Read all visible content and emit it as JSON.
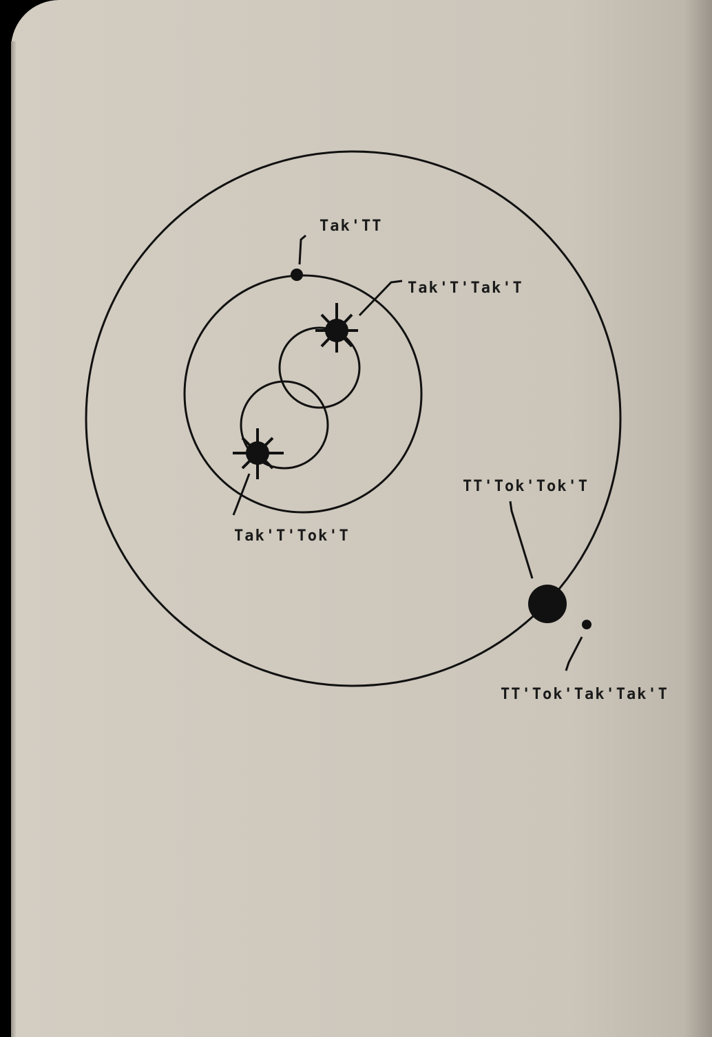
{
  "labels": {
    "small_planet": "Tak'TT",
    "star_upper": "Tak'T'Tak'T",
    "star_lower": "Tak'T'Tok'T",
    "big_planet": "TT'Tok'Tok'T",
    "moon": "TT'Tok'Tak'Tak'T"
  },
  "colors": {
    "paper": "#cfc9be",
    "ink": "#111111",
    "background": "#000000"
  }
}
